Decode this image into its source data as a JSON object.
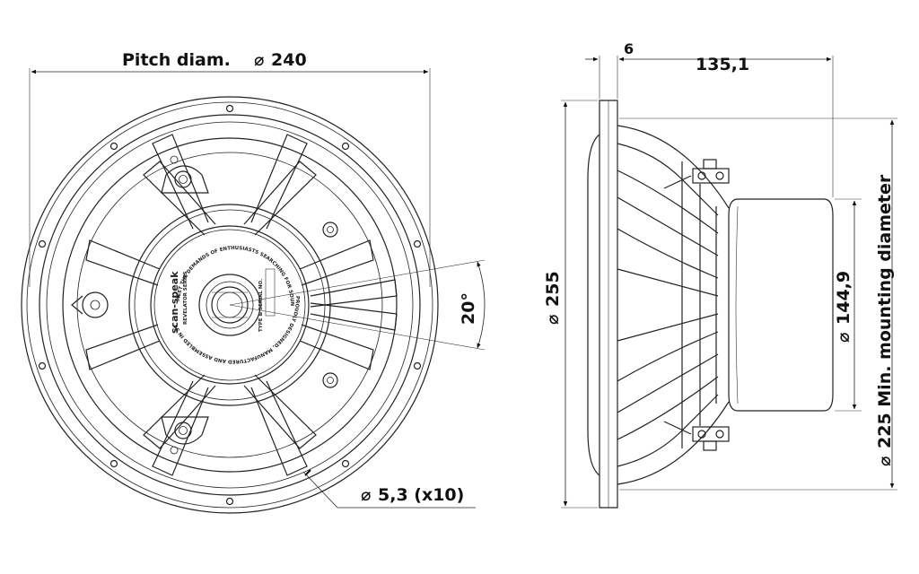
{
  "dimensions": {
    "pitch_label": "Pitch diam.",
    "pitch_value": "240",
    "outer_value": "255",
    "flange_value": "6",
    "depth_value": "135,1",
    "magnet_value": "144,9",
    "mount_label": "225 Min. mounting diameter",
    "angle_value": "20°",
    "hole_value": "5,3 (x10)"
  },
  "symbols": {
    "diameter": "⌀"
  },
  "label_text": {
    "arc_text": "MEET THE DEMANDS OF ENTHUSIASTS SEARCHING FOR SOUND PERFECTION",
    "arc_text_lower": "PROUDLY DESIGNED, MANUFACTURED AND ASSEMBLED IN SCAN-SPEAK DENMARK TO",
    "logo": "scan-speak",
    "series": "REVELATOR SERIES",
    "type_serial": "TYPE & SERIAL NO."
  }
}
